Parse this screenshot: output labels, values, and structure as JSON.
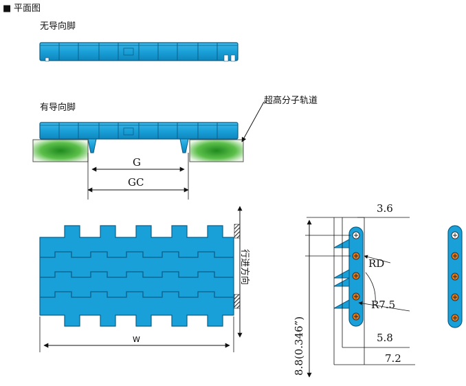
{
  "header": {
    "marker": "■",
    "title": "平面图"
  },
  "views": {
    "no_guide_label": "无导向脚",
    "with_guide_label": "有导向脚",
    "track_label": "超高分子轨道",
    "direction_label": "行进方向"
  },
  "dimensions": {
    "g": "G",
    "gc": "GC",
    "w": "W",
    "d36": "3.6",
    "rd": "RD",
    "r75": "R7.5",
    "d58": "5.8",
    "d72": "7.2",
    "pitch": "8.8(0.346”)"
  },
  "colors": {
    "belt": "#1aa0d8",
    "belt_dark": "#0b6f9c",
    "track_green": "#2e9e2e",
    "pin_orange": "#e07a1a",
    "hatch": "#1a1a1a"
  }
}
